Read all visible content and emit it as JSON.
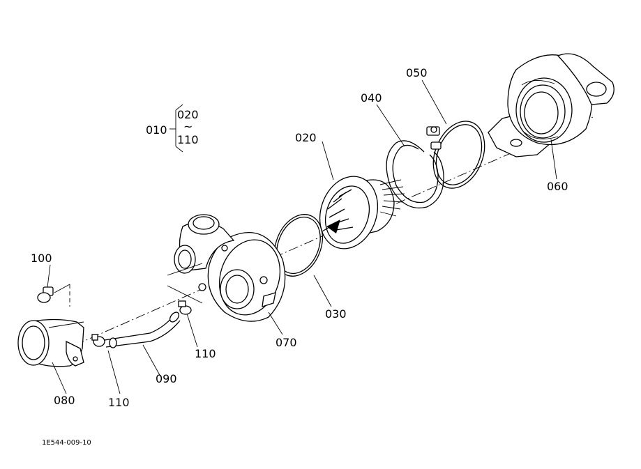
{
  "labels": {
    "p010": "010",
    "p020_range": "020",
    "tilde": "~",
    "p110_range": "110",
    "p020": "020",
    "p030": "030",
    "p040": "040",
    "p050": "050",
    "p060": "060",
    "p070": "070",
    "p080": "080",
    "p090": "090",
    "p100": "100",
    "p110_a": "110",
    "p110_b": "110"
  },
  "drawing_code": "1E544-009-10"
}
